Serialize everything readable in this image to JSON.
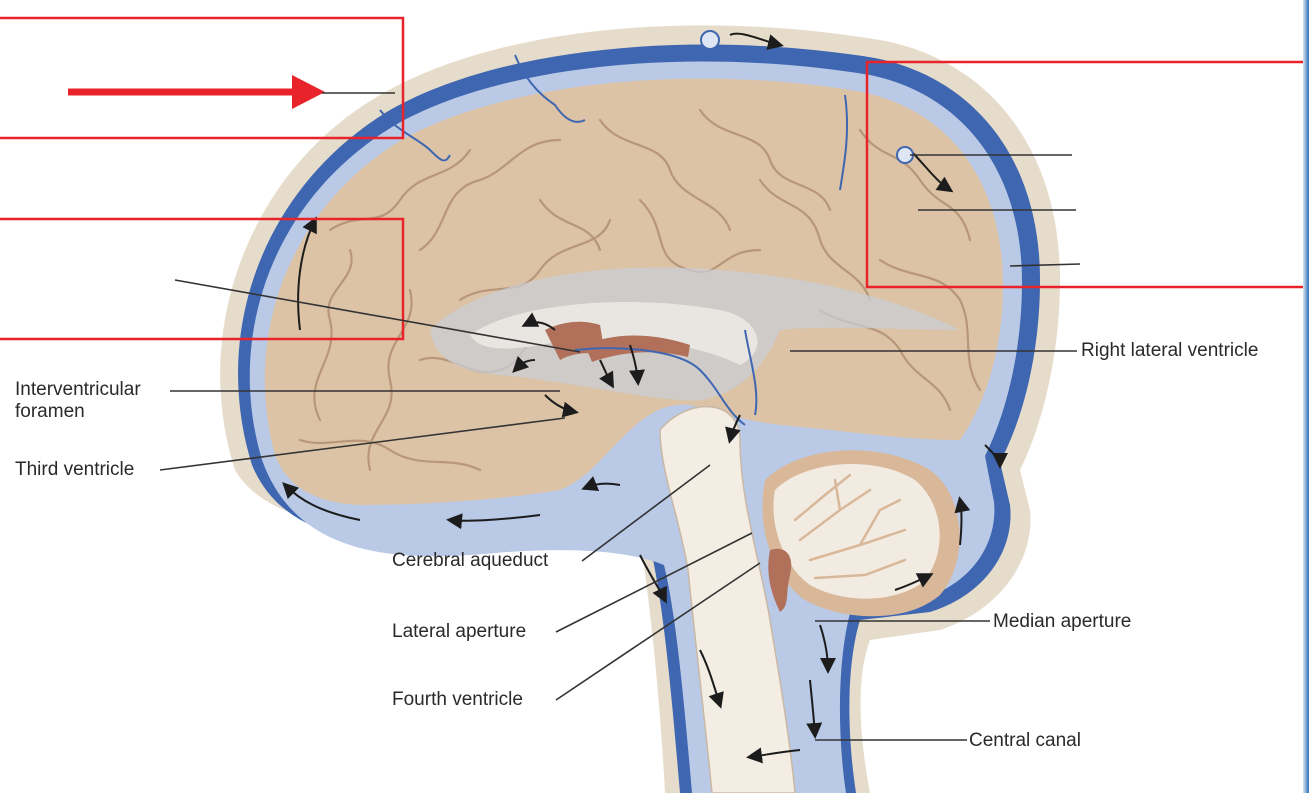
{
  "labels": {
    "right_lateral_ventricle": "Right lateral ventricle",
    "interventricular_foramen_1": "Interventricular",
    "interventricular_foramen_2": "foramen",
    "third_ventricle": "Third ventricle",
    "cerebral_aqueduct": "Cerebral aqueduct",
    "lateral_aperture": "Lateral aperture",
    "fourth_ventricle": "Fourth ventricle",
    "median_aperture": "Median aperture",
    "central_canal": "Central canal"
  },
  "colors": {
    "brain": "#dcc3a6",
    "brain_fold": "#b8967a",
    "meninges_outer": "#e6dccb",
    "csf_blue": "#b9c9e6",
    "dura_blue": "#3f66b0",
    "choroid": "#b0705a",
    "cerebellum": "#f2ebe2",
    "label_box": "#e8242a",
    "leader": "#333333"
  }
}
